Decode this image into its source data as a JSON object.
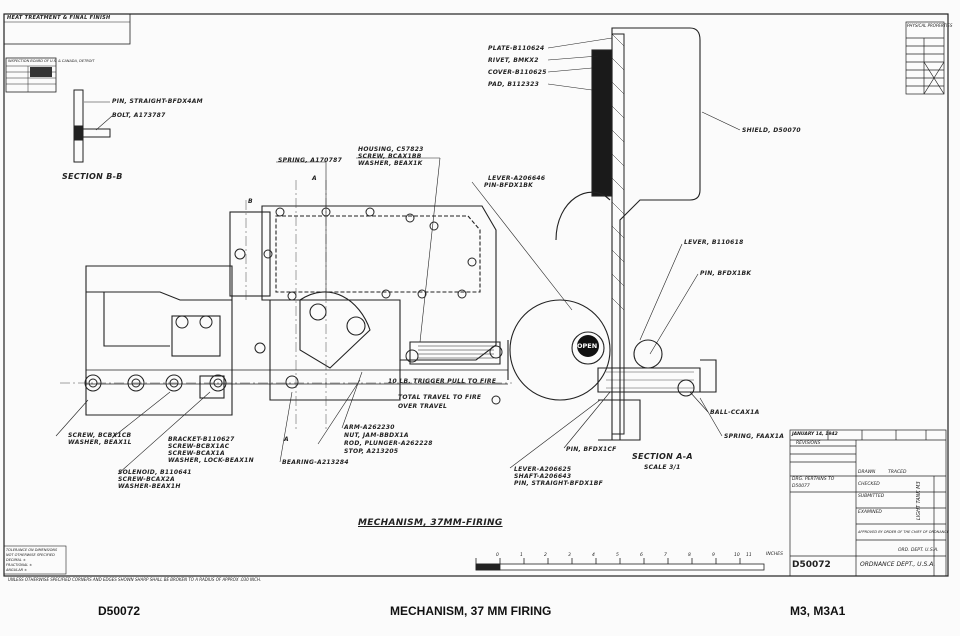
{
  "title_block_top_left": "HEAT TREATMENT & FINAL FINISH",
  "inspection_stamp": "INSPECTION BOARD OF U.S. & CANADA, DETROIT",
  "section_bb": {
    "title": "SECTION B-B",
    "parts": [
      "PIN, STRAIGHT-BFDX4AM",
      "BOLT, A173787"
    ]
  },
  "mechanism_labels": {
    "spring": "SPRING, A170787",
    "housing": [
      "HOUSING, C57823",
      "SCREW, BCAX1BB",
      "WASHER, BEAX1K"
    ],
    "screw_left": [
      "SCREW, BCBX1CB",
      "WASHER, BEAX1L"
    ],
    "bracket": [
      "BRACKET-B110627",
      "SCREW-BCBX1AC",
      "SCREW-BCAX1A",
      "WASHER, LOCK-BEAX1N"
    ],
    "solenoid": [
      "SOLENOID, B110641",
      "SCREW-BCAX2A",
      "WASHER-BEAX1H"
    ],
    "bearing": "BEARING-A213284",
    "arm": "ARM-A262230",
    "nut": "NUT, JAM-BBDX1A",
    "rod": "ROD, PLUNGER-A262228",
    "stop": "STOP, A213205",
    "trigger_pull": "10 LB. TRIGGER PULL TO FIRE",
    "total_travel": "TOTAL TRAVEL TO FIRE",
    "over_travel": "OVER TRAVEL",
    "marker_a": "A",
    "marker_b": "B"
  },
  "section_aa_labels": {
    "plate": "PLATE-B110624",
    "rivet": "RIVET, BMKX2",
    "cover": "COVER-B110625",
    "pad": "PAD, B112323",
    "shield": "SHIELD, D50070",
    "lever_top": [
      "LEVER-A206646",
      "PIN-BFDX1BK"
    ],
    "lever_right": "LEVER, B110618",
    "pin_right": "PIN, BFDX1BK",
    "open": "OPEN",
    "ball": "BALL-CCAX1A",
    "spring": "SPRING, FAAX1A",
    "pin_bottom": "PIN, BFDX1CF",
    "lever_bottom": [
      "LEVER-A206625",
      "SHAFT-A206643",
      "PIN, STRAIGHT-BFDX1BF"
    ],
    "title": "SECTION A-A",
    "scale": "SCALE 3/1"
  },
  "drawing_title": "MECHANISM, 37MM-FIRING",
  "scale_bar": {
    "ticks": [
      "0",
      "1",
      "2",
      "3",
      "4",
      "5",
      "6",
      "7",
      "8",
      "9",
      "10",
      "11"
    ],
    "unit": "INCHES"
  },
  "tolerance_note": [
    "TOLERANCE ON DIMENSIONS",
    "NOT OTHERWISE SPECIFIED",
    "DECIMAL ±",
    "FRACTIONAL ±",
    "ANGULAR ±"
  ],
  "bottom_note": "UNLESS OTHERWISE SPECIFIED CORNERS AND EDGES SHOWN SHARP SHALL BE BROKEN TO A RADIUS OF APPROX .030 INCH.",
  "physical_properties": "PHYSICAL PROPERTIES",
  "title_block": {
    "date": "JANUARY 14, 1942",
    "revisions": "REVISIONS",
    "dwg_pertains": "DRG. PERTAINS TO",
    "dwg_ref": "D50077",
    "drawn": "DRAWN",
    "traced": "TRACED",
    "checked": "CHECKED",
    "submitted": "SUBMITTED",
    "examined": "EXAMINED",
    "approved": "APPROVED BY ORDER OF THE CHIEF OF ORDNANCE",
    "ord_dept": "ORD. DEPT. U.S.A.",
    "dwg_number": "D50072",
    "ordnance": "ORDNANCE DEPT., U.S.A.",
    "vertical": "LIGHT TANK M3"
  },
  "caption": {
    "left": "D50072",
    "center": "MECHANISM, 37 MM FIRING",
    "right": "M3, M3A1"
  }
}
